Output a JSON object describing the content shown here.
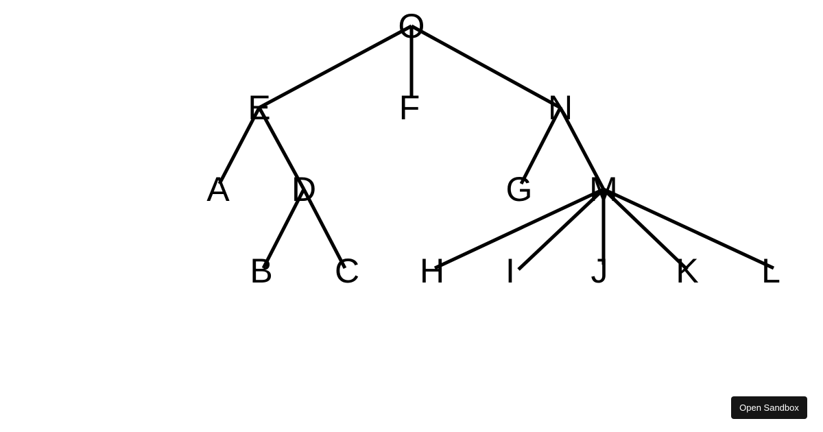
{
  "tree": {
    "nodes": [
      {
        "id": "O",
        "label": "O"
      },
      {
        "id": "E",
        "label": "E"
      },
      {
        "id": "F",
        "label": "F"
      },
      {
        "id": "N",
        "label": "N"
      },
      {
        "id": "A",
        "label": "A"
      },
      {
        "id": "D",
        "label": "D"
      },
      {
        "id": "G",
        "label": "G"
      },
      {
        "id": "M",
        "label": "M"
      },
      {
        "id": "B",
        "label": "B"
      },
      {
        "id": "C",
        "label": "C"
      },
      {
        "id": "H",
        "label": "H"
      },
      {
        "id": "I",
        "label": "I"
      },
      {
        "id": "J",
        "label": "J"
      },
      {
        "id": "K",
        "label": "K"
      },
      {
        "id": "L",
        "label": "L"
      }
    ],
    "edges": [
      {
        "from": "O",
        "to": "E"
      },
      {
        "from": "O",
        "to": "F"
      },
      {
        "from": "O",
        "to": "N"
      },
      {
        "from": "E",
        "to": "A"
      },
      {
        "from": "E",
        "to": "D"
      },
      {
        "from": "D",
        "to": "B"
      },
      {
        "from": "D",
        "to": "C"
      },
      {
        "from": "N",
        "to": "G"
      },
      {
        "from": "N",
        "to": "M"
      },
      {
        "from": "M",
        "to": "H"
      },
      {
        "from": "M",
        "to": "I"
      },
      {
        "from": "M",
        "to": "J"
      },
      {
        "from": "M",
        "to": "K"
      },
      {
        "from": "M",
        "to": "L"
      }
    ],
    "edge_color": "#000000",
    "label_color": "#000000"
  },
  "sandbox_button": {
    "label": "Open Sandbox",
    "background": "#151515"
  }
}
